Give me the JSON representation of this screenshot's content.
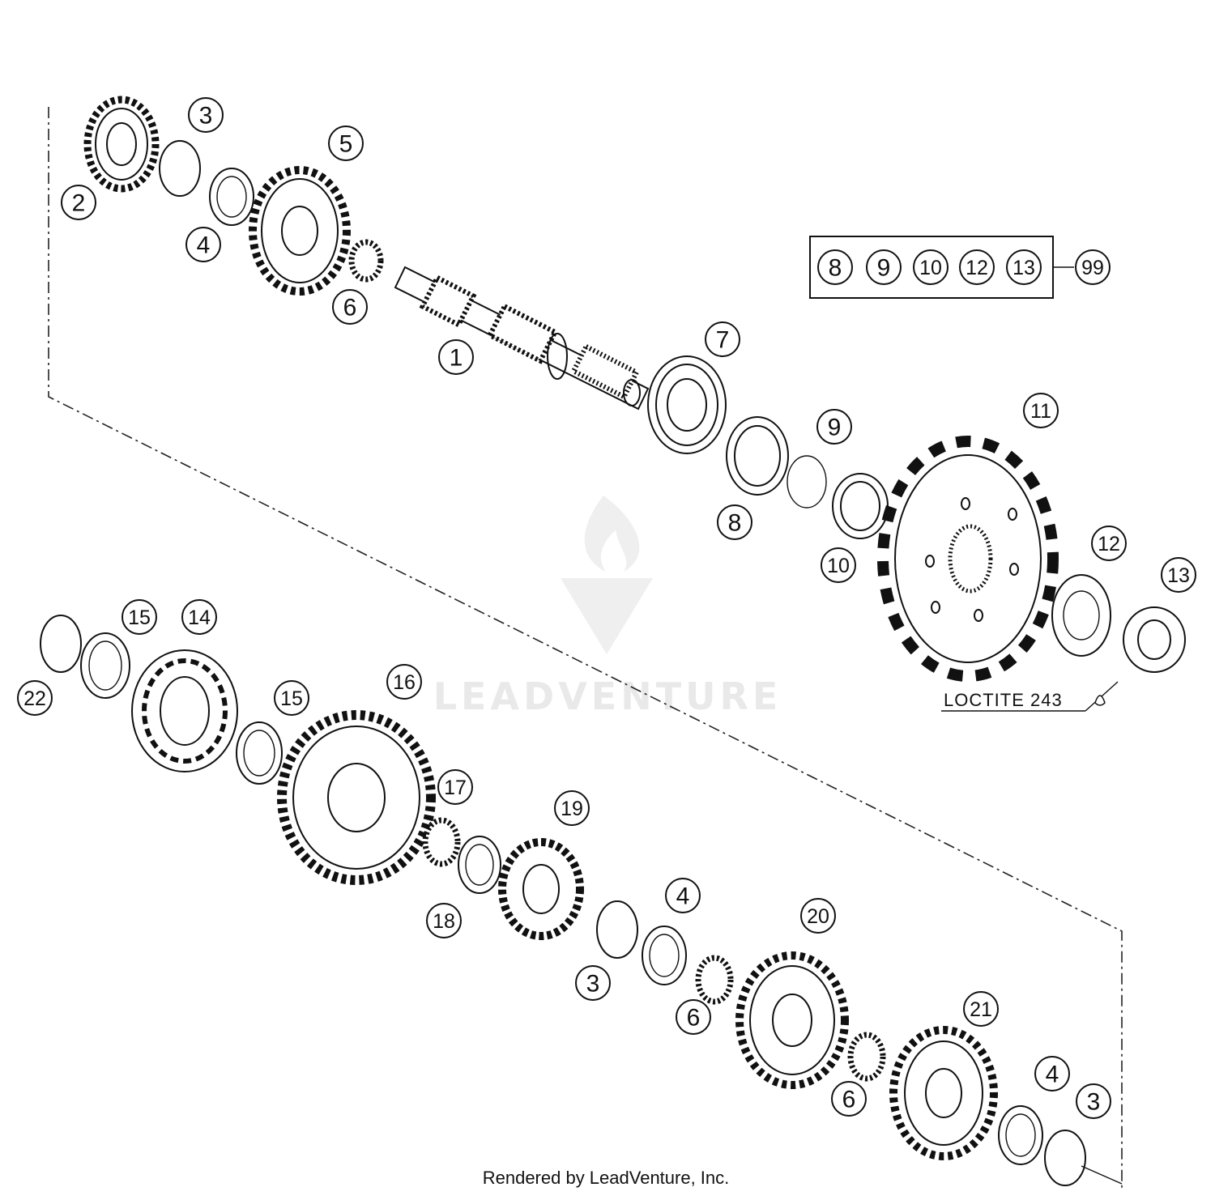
{
  "callouts": [
    {
      "label": "1"
    },
    {
      "label": "2"
    },
    {
      "label": "3"
    },
    {
      "label": "4"
    },
    {
      "label": "5"
    },
    {
      "label": "6"
    },
    {
      "label": "7"
    },
    {
      "label": "8"
    },
    {
      "label": "9"
    },
    {
      "label": "10"
    },
    {
      "label": "11"
    },
    {
      "label": "12"
    },
    {
      "label": "13"
    },
    {
      "label": "14"
    },
    {
      "label": "15"
    },
    {
      "label": "15"
    },
    {
      "label": "16"
    },
    {
      "label": "17"
    },
    {
      "label": "18"
    },
    {
      "label": "19"
    },
    {
      "label": "3"
    },
    {
      "label": "4"
    },
    {
      "label": "6"
    },
    {
      "label": "20"
    },
    {
      "label": "6"
    },
    {
      "label": "21"
    },
    {
      "label": "4"
    },
    {
      "label": "3"
    },
    {
      "label": "22"
    }
  ],
  "kit": {
    "members": [
      "8",
      "9",
      "10",
      "12",
      "13"
    ],
    "kit_number": "99"
  },
  "note": "LOCTITE 243",
  "watermark": "LEADVENTURE",
  "footer": "Rendered by LeadVenture, Inc."
}
